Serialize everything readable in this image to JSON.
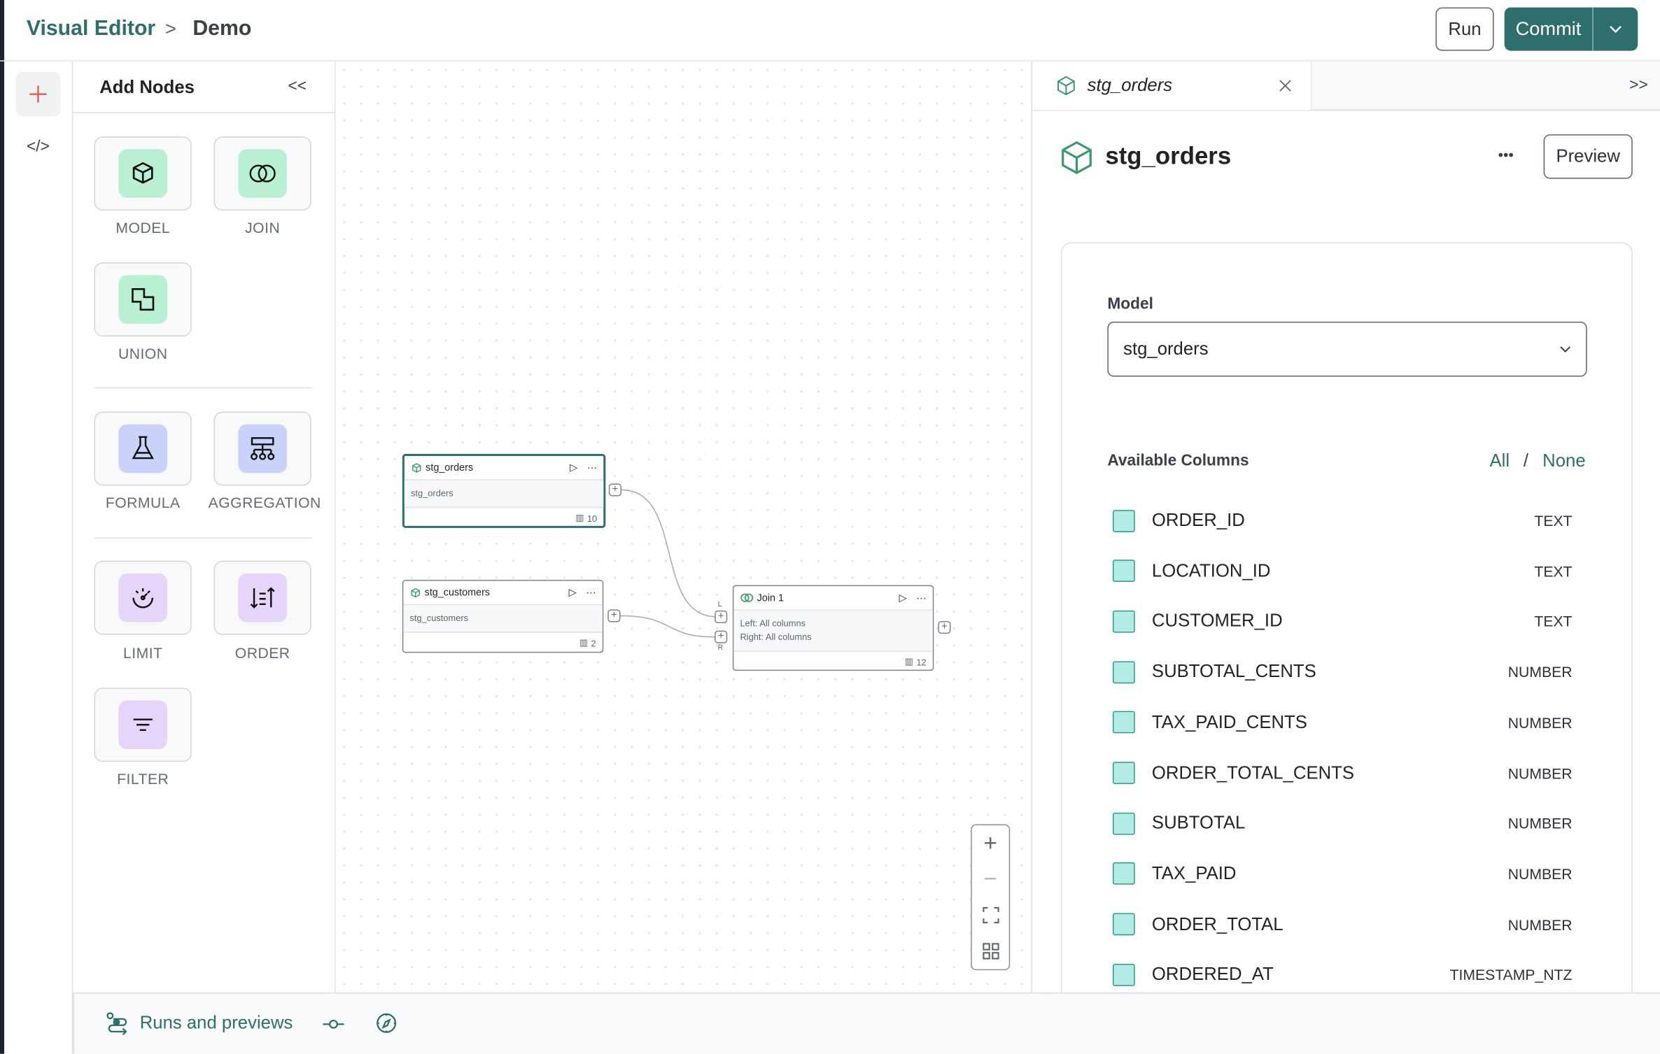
{
  "header": {
    "app_title": "Visual Editor",
    "separator": ">",
    "project": "Demo",
    "run_label": "Run",
    "commit_label": "Commit"
  },
  "rail": {
    "items": [
      {
        "icon": "plus-icon"
      },
      {
        "icon": "code-icon",
        "label": "</>"
      }
    ]
  },
  "add_nodes": {
    "title": "Add Nodes",
    "collapse": "<<",
    "groups": [
      [
        {
          "label": "MODEL",
          "icon": "cube-icon"
        },
        {
          "label": "JOIN",
          "icon": "join-icon"
        },
        {
          "label": "UNION",
          "icon": "union-icon"
        }
      ],
      [
        {
          "label": "FORMULA",
          "icon": "flask-icon"
        },
        {
          "label": "AGGREGATION",
          "icon": "hierarchy-icon"
        }
      ],
      [
        {
          "label": "LIMIT",
          "icon": "gauge-icon"
        },
        {
          "label": "ORDER",
          "icon": "sort-icon"
        },
        {
          "label": "FILTER",
          "icon": "filter-icon"
        }
      ]
    ]
  },
  "canvas": {
    "nodes": [
      {
        "title": "stg_orders",
        "body": "stg_orders",
        "columns": "10",
        "selected": true
      },
      {
        "title": "stg_customers",
        "body": "stg_customers",
        "columns": "2"
      },
      {
        "title": "Join 1",
        "body_left": "Left: All columns",
        "body_right": "Right: All columns",
        "columns": "12",
        "port_left": "L",
        "port_right": "R"
      }
    ]
  },
  "right_panel": {
    "tab": "stg_orders",
    "expand": ">>",
    "title": "stg_orders",
    "more": "•••",
    "preview_label": "Preview",
    "model_label": "Model",
    "model_value": "stg_orders",
    "columns_label": "Available Columns",
    "all": "All",
    "slash": "/",
    "none": "None",
    "columns": [
      {
        "name": "ORDER_ID",
        "type": "TEXT"
      },
      {
        "name": "LOCATION_ID",
        "type": "TEXT"
      },
      {
        "name": "CUSTOMER_ID",
        "type": "TEXT"
      },
      {
        "name": "SUBTOTAL_CENTS",
        "type": "NUMBER"
      },
      {
        "name": "TAX_PAID_CENTS",
        "type": "NUMBER"
      },
      {
        "name": "ORDER_TOTAL_CENTS",
        "type": "NUMBER"
      },
      {
        "name": "SUBTOTAL",
        "type": "NUMBER"
      },
      {
        "name": "TAX_PAID",
        "type": "NUMBER"
      },
      {
        "name": "ORDER_TOTAL",
        "type": "NUMBER"
      },
      {
        "name": "ORDERED_AT",
        "type": "TIMESTAMP_NTZ"
      }
    ]
  },
  "bottom": {
    "runs_label": "Runs and previews"
  },
  "colors": {
    "accent": "#2e6e6c",
    "model_bg": "#b9f0d4",
    "formula_bg": "#c9d3f9",
    "limit_bg": "#e5d5fb",
    "checkbox": "#b3ece4"
  }
}
